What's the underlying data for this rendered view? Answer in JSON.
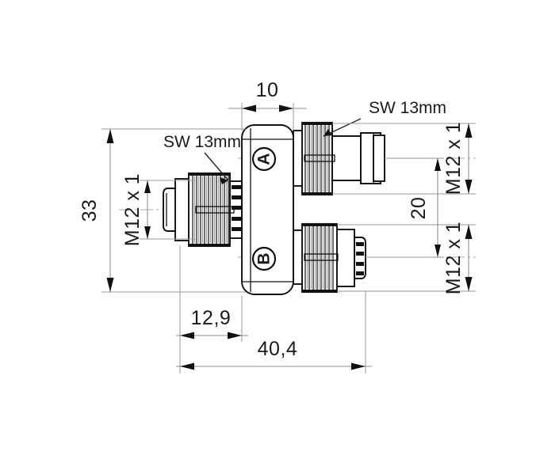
{
  "drawing": {
    "title": "M12 Y-distributor dimensional drawing",
    "background_color": "#ffffff",
    "line_color": "#111111",
    "dimension_color": "#8f8f8f",
    "text_color": "#1a1a1a"
  },
  "dimensions": {
    "overall_height": "33",
    "body_width": "10",
    "port_offset": "12,9",
    "overall_length": "40,4",
    "port_spacing": "20",
    "thread_left": "M12 x 1",
    "thread_top_right": "M12 x 1",
    "thread_bottom_right": "M12 x 1"
  },
  "annotations": {
    "sw_left": "SW 13mm",
    "sw_right": "SW 13mm"
  },
  "body_markings": {
    "port_a": "A",
    "port_b": "B"
  },
  "units": "mm"
}
